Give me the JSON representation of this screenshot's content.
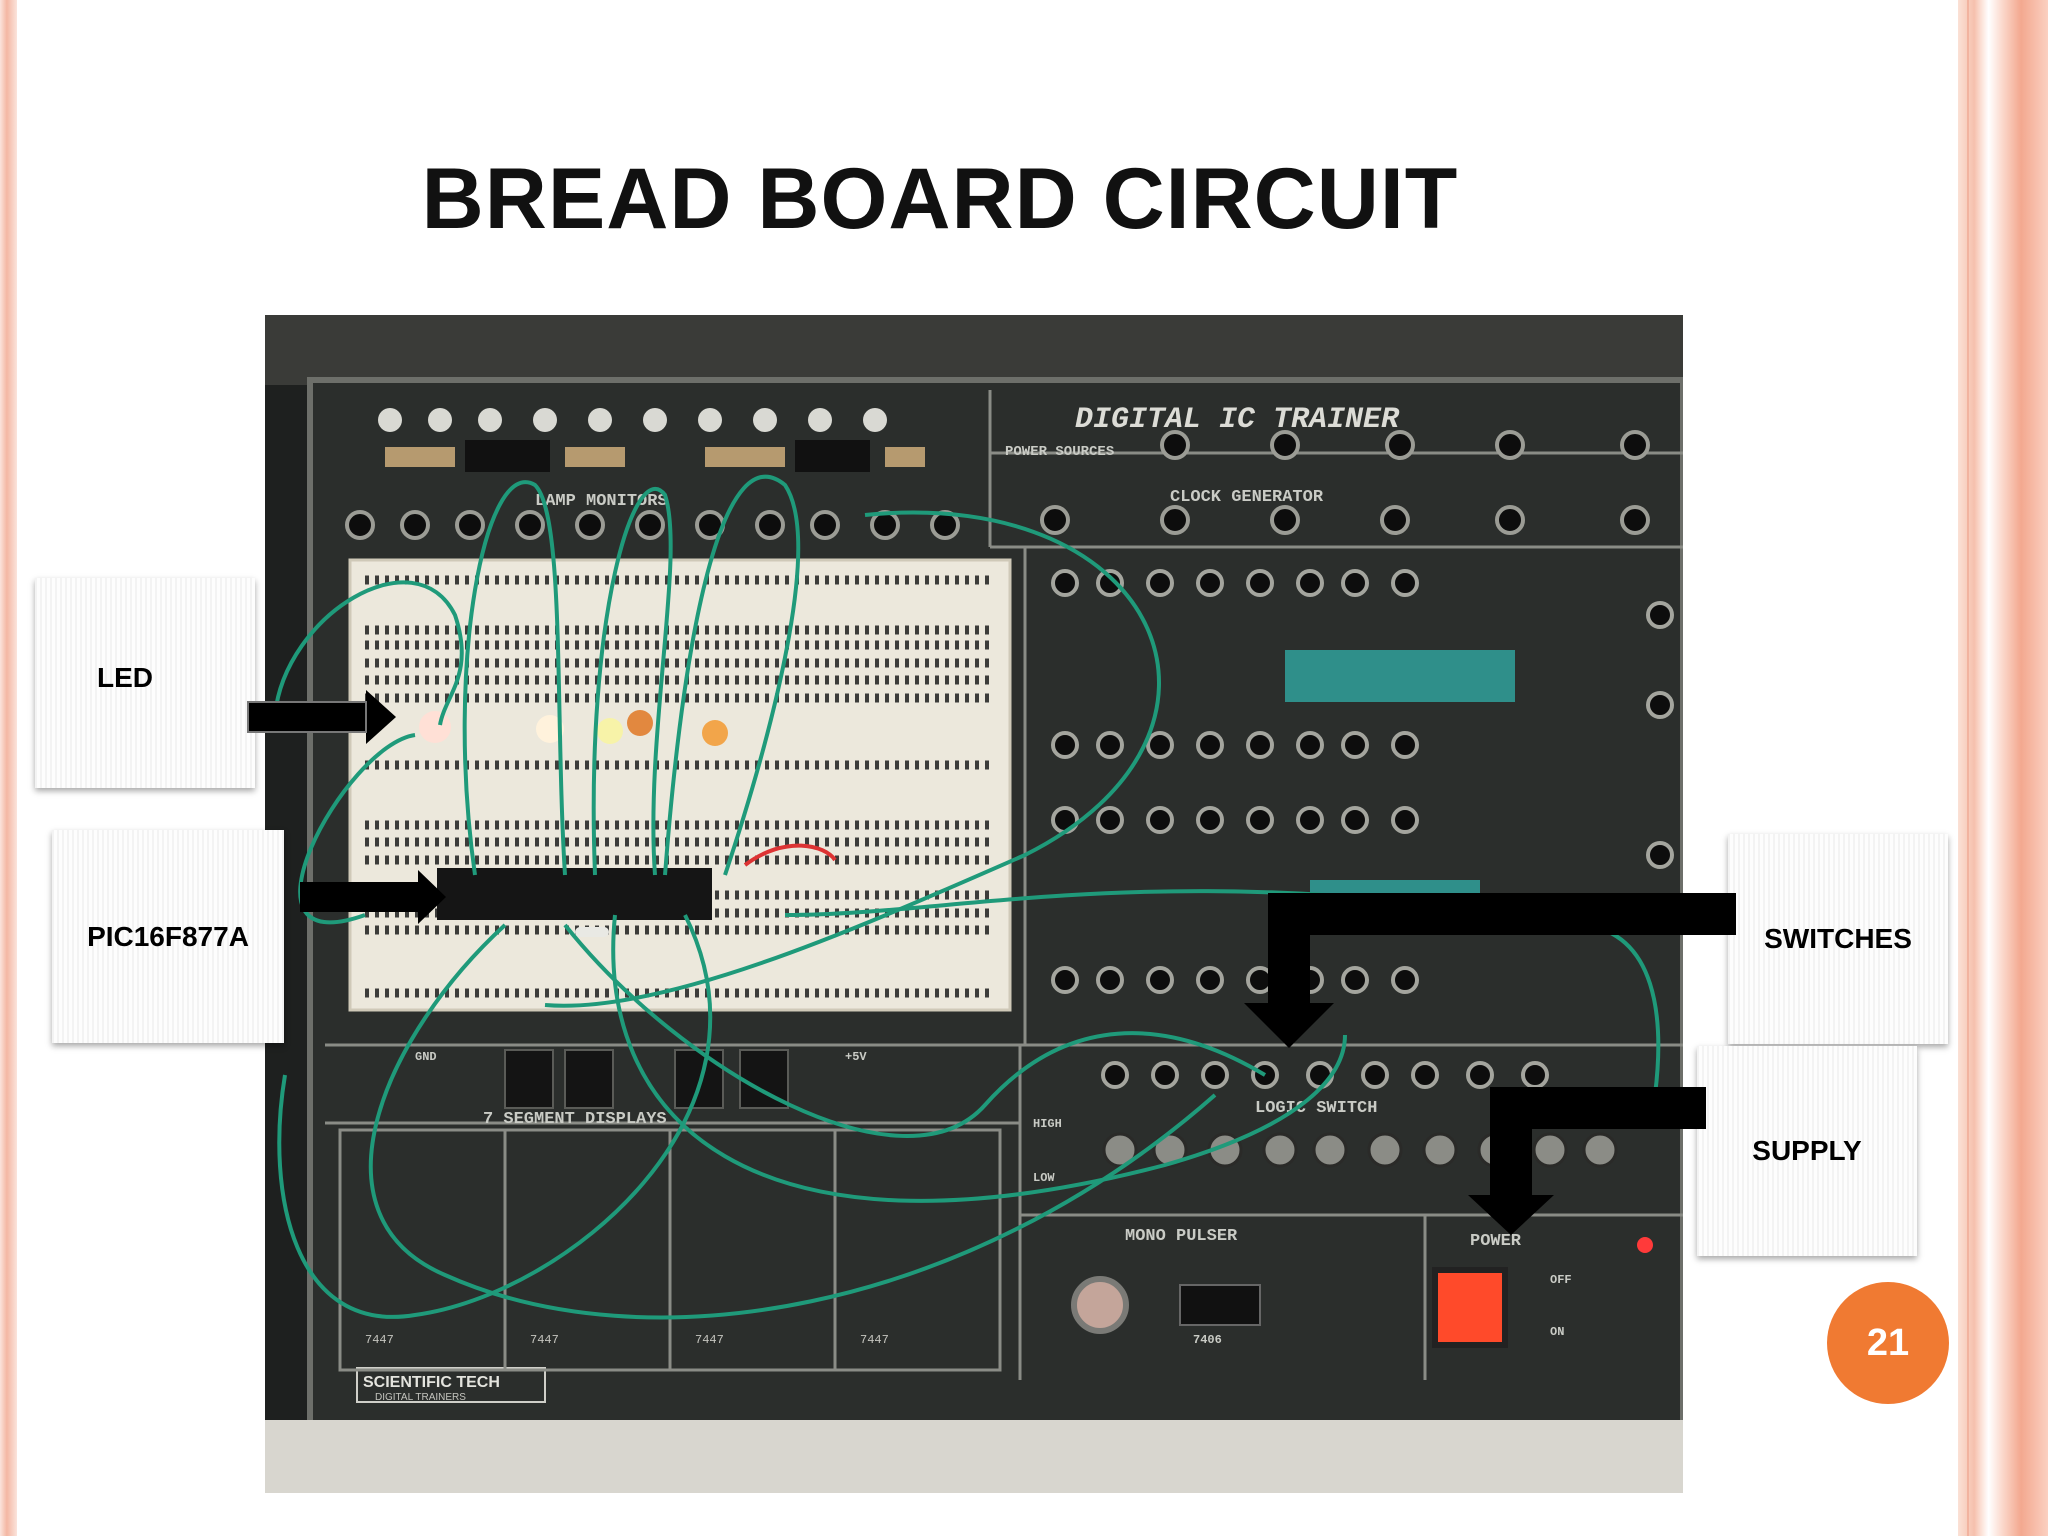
{
  "slide": {
    "title": "BREAD BOARD CIRCUIT",
    "page_number": "21"
  },
  "callouts": {
    "led": "LED",
    "microcontroller": "PIC16F877A",
    "switches": "SWITCHES",
    "supply": "SUPPLY"
  },
  "photo": {
    "panel_title": "DIGITAL IC TRAINER",
    "lamp_monitors": "LAMP MONITORS",
    "power_sources": "POWER SOURCES",
    "clock_generator": "CLOCK GENERATOR",
    "seven_segment": "7 SEGMENT DISPLAYS",
    "logic_switches": "LOGIC SWITCH",
    "mono_pulser": "MONO PULSER",
    "power": "POWER",
    "brand": "SCIENTIFIC TECH",
    "brand_sub": "DIGITAL TRAINERS",
    "plus5v": "+5V",
    "gnd": "GND",
    "high": "HIGH",
    "low": "LOW",
    "off": "OFF",
    "on": "ON",
    "chip_7447": "7447",
    "chip_7406": "7406"
  },
  "colors": {
    "accent_orange": "#f07a32",
    "border_pink": "#f4b7a3",
    "wire_green": "#1f9a7a",
    "panel": "#2b2e2c"
  }
}
